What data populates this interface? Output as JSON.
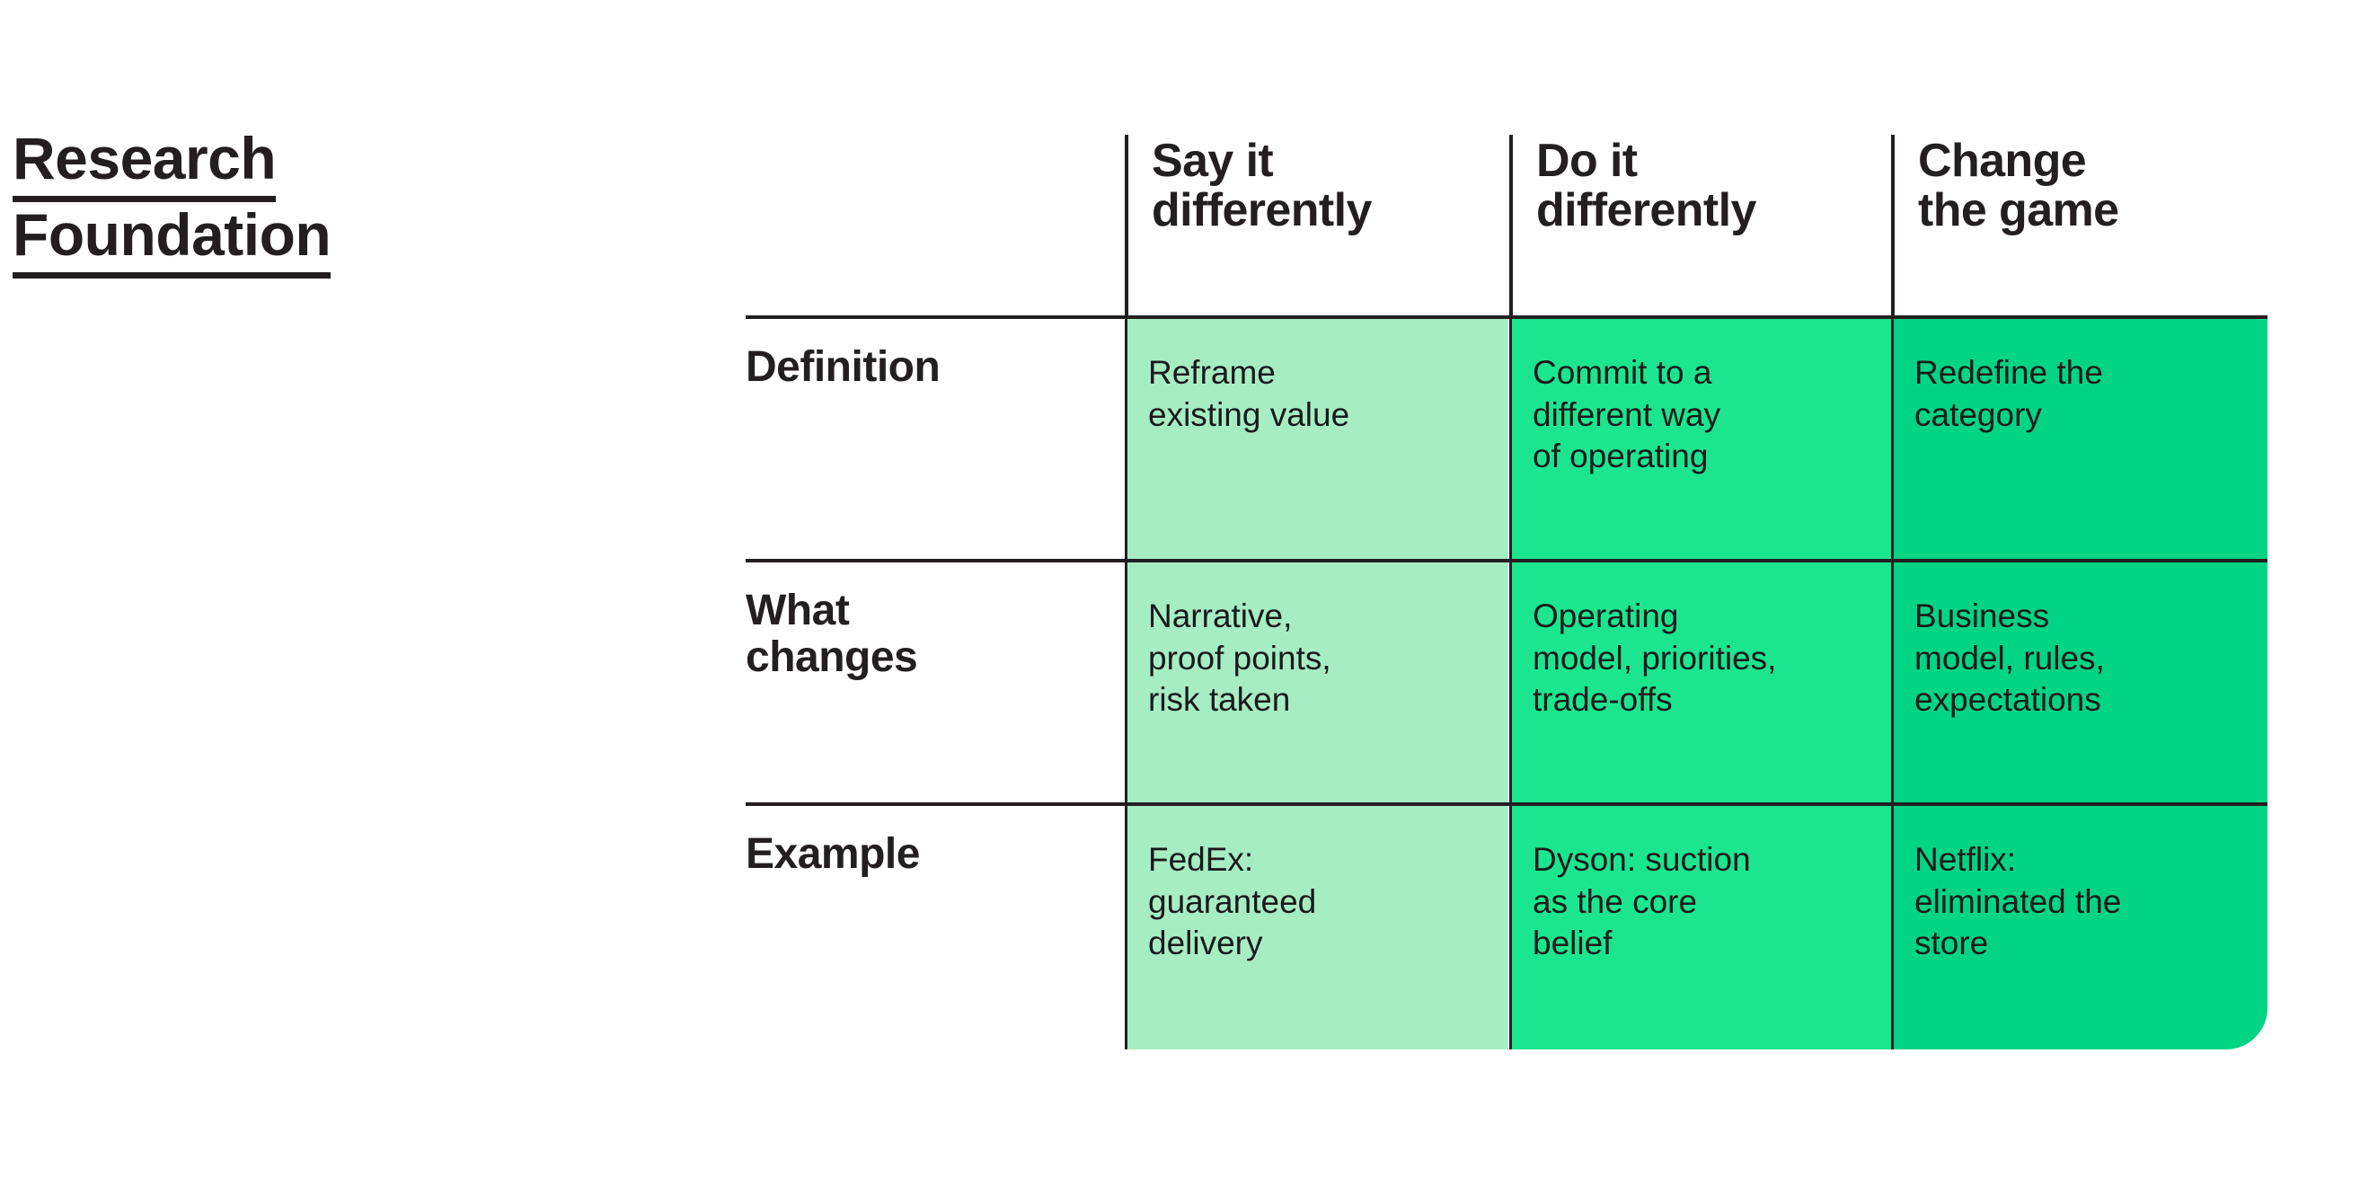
{
  "title": {
    "line1": "Research",
    "line2": "Foundation"
  },
  "colors": {
    "text": "#231f20",
    "column_1": "#a7edc4",
    "column_2": "#1be68f",
    "column_3": "#02d485",
    "background": "#ffffff"
  },
  "matrix": {
    "corner_header": "",
    "column_headers": [
      "Say it\ndifferently",
      "Do it\ndifferently",
      "Change\nthe game"
    ],
    "rows": [
      {
        "label": "Definition",
        "cells": [
          "Reframe\nexisting value",
          "Commit to a\ndifferent way\nof operating",
          "Redefine the\ncategory"
        ]
      },
      {
        "label": "What\nchanges",
        "cells": [
          "Narrative,\nproof points,\nrisk taken",
          "Operating\nmodel, priorities,\ntrade-offs",
          "Business\nmodel, rules,\nexpectations"
        ]
      },
      {
        "label": "Example",
        "cells": [
          "FedEx:\nguaranteed\ndelivery",
          "Dyson: suction\nas the core\nbelief",
          "Netflix:\neliminated the\nstore"
        ]
      }
    ]
  }
}
